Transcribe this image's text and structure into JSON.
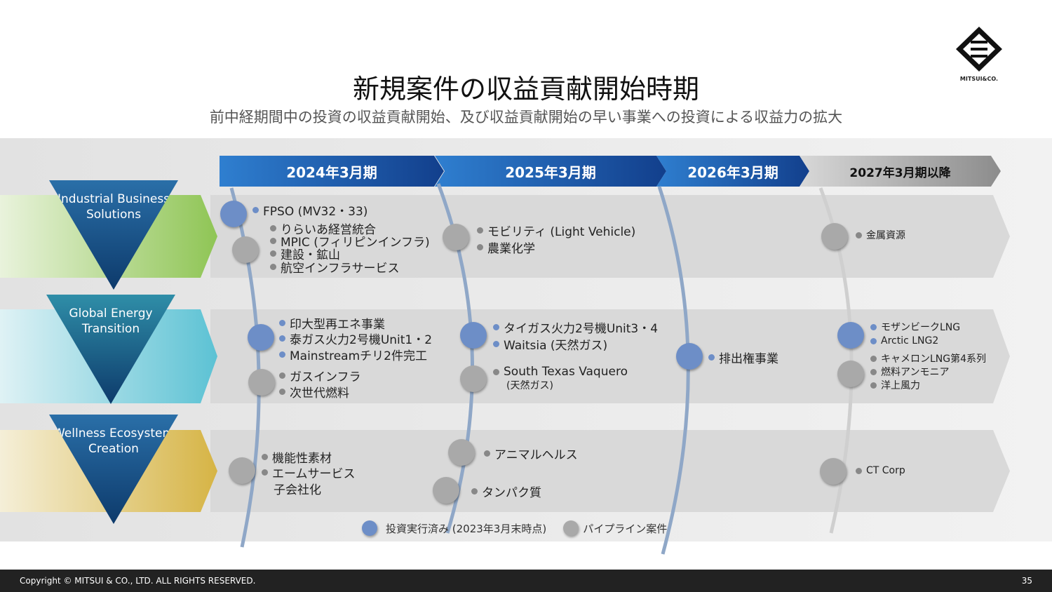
{
  "title": "新規案件の収益貢献開始時期",
  "subtitle": "前中経期間中の投資の収益貢献開始、及び収益貢献開始の早い事業への投資による収益力の拡大",
  "logo": {
    "text": "MITSUI&CO."
  },
  "periods": [
    "2024年3月期",
    "2025年3月期",
    "2026年3月期",
    "2027年3月期以降"
  ],
  "segments": [
    {
      "label": "Industrial Business Solutions",
      "color": "#9ccc65"
    },
    {
      "label": "Global Energy Transition",
      "color": "#6cc7d6"
    },
    {
      "label": "Wellness Ecosystem Creation",
      "color": "#d8b84e"
    }
  ],
  "items": {
    "r1a": [
      "FPSO (MV32・33)"
    ],
    "r1b": [
      "りらいあ経営統合",
      "MPIC (フィリピンインフラ)",
      "建設・鉱山",
      "航空インフラサービス"
    ],
    "r1c": [
      "モビリティ (Light Vehicle)",
      "農業化学"
    ],
    "r1d": [
      "金属資源"
    ],
    "r2a": [
      "印大型再エネ事業",
      "泰ガス火力2号機Unit1・2",
      "Mainstreamチリ2件完工"
    ],
    "r2b": [
      "ガスインフラ",
      "次世代燃料"
    ],
    "r2c": [
      "タイガス火力2号機Unit3・4",
      "Waitsia (天然ガス)"
    ],
    "r2d": [
      "South Texas Vaquero",
      "(天然ガス)"
    ],
    "r2e": [
      "排出権事業"
    ],
    "r2f": [
      "モザンビークLNG",
      "Arctic LNG2"
    ],
    "r2g": [
      "キャメロンLNG第4系列",
      "燃料アンモニア",
      "洋上風力"
    ],
    "r3a": [
      "機能性素材",
      "エームサービス",
      "子会社化"
    ],
    "r3b": [
      "アニマルヘルス"
    ],
    "r3c": [
      "タンパク質"
    ],
    "r3d": [
      "CT Corp"
    ]
  },
  "legend": {
    "invested": "投資実行済み (2023年3月末時点)",
    "pipeline": "パイプライン案件"
  },
  "colors": {
    "invested": "#6d8ec7",
    "pipeline": "#a9a9a9"
  },
  "footer": {
    "copyright": "Copyright © MITSUI & CO., LTD. ALL RIGHTS RESERVED.",
    "page": "35"
  }
}
